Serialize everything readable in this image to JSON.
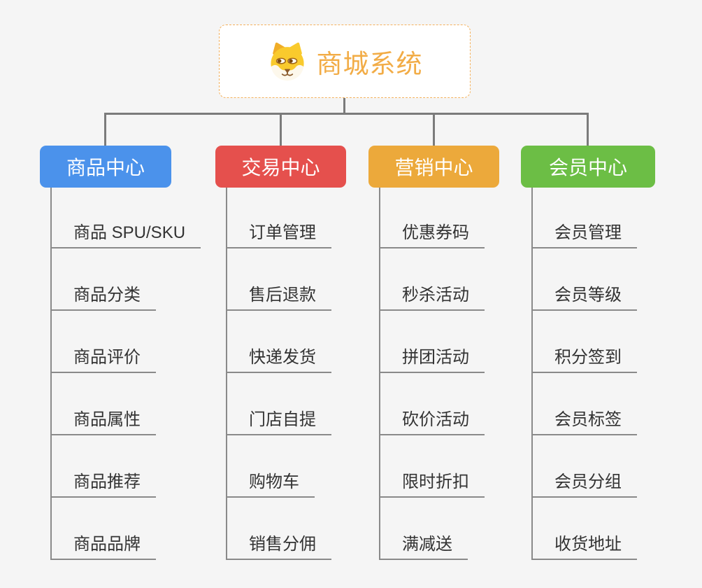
{
  "root": {
    "title": "商城系统",
    "icon": "dog-face-icon",
    "accent_color": "#f2ac46",
    "border_color": "#f3b15d"
  },
  "branches": [
    {
      "label": "商品中心",
      "color": "#4b92eb",
      "items": [
        "商品 SPU/SKU",
        "商品分类",
        "商品评价",
        "商品属性",
        "商品推荐",
        "商品品牌"
      ]
    },
    {
      "label": "交易中心",
      "color": "#e5504d",
      "items": [
        "订单管理",
        "售后退款",
        "快递发货",
        "门店自提",
        "购物车",
        "销售分佣"
      ]
    },
    {
      "label": "营销中心",
      "color": "#eca93b",
      "items": [
        "优惠券码",
        "秒杀活动",
        "拼团活动",
        "砍价活动",
        "限时折扣",
        "满减送"
      ]
    },
    {
      "label": "会员中心",
      "color": "#6cbe45",
      "items": [
        "会员管理",
        "会员等级",
        "积分签到",
        "会员标签",
        "会员分组",
        "收货地址"
      ]
    }
  ],
  "colors": {
    "canvas_bg": "#f5f5f5",
    "connector": "#7b7b7b",
    "underline": "#8a8a8a",
    "item_text": "#333333",
    "header_text": "#ffffff"
  }
}
